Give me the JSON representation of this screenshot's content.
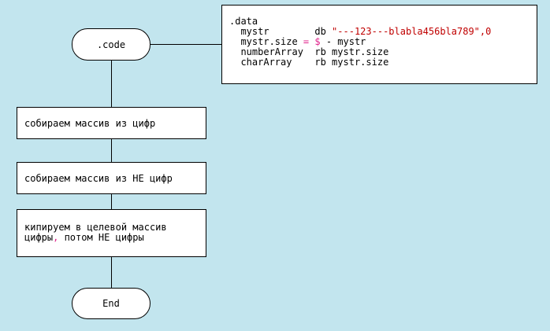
{
  "colors": {
    "background": "#c2e5ee",
    "string": "#c00000",
    "operator": "#e0208a"
  },
  "data_block": {
    "line1": ".data",
    "line2_a": "  mystr        db ",
    "line2_str": "\"---123---blabla456bla789\"",
    "line2_b": ",0",
    "line3_a": "  mystr.size ",
    "line3_op": "= $",
    "line3_b": " - mystr",
    "line4": "  numberArray  rb mystr.size",
    "line5": "  charArray    rb mystr.size"
  },
  "nodes": {
    "start": ".code",
    "step1": "собираем массив из цифр",
    "step2": "собираем массив из НЕ цифр",
    "step3_line1": "кипируем в целевой массив",
    "step3_line2_a": "цифры",
    "step3_line2_comma": ",",
    "step3_line2_b": " потом НЕ цифры",
    "end": "End"
  }
}
